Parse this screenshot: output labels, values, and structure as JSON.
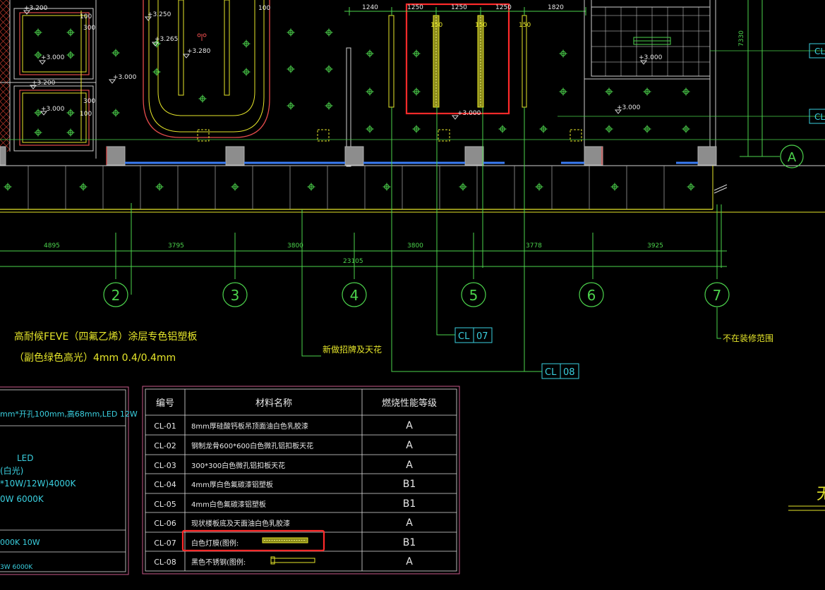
{
  "elevations": {
    "e1": "+3.200",
    "e2": "+3.000",
    "e3": "+3.200",
    "e4": "+3.000",
    "e5": "+3.250",
    "e6": "+3.265",
    "e7": "+3.280",
    "e8": "+3.000",
    "e9": "+3.000",
    "e10": "+3.000",
    "e11": "+3.000"
  },
  "small_dims": {
    "d100a": "100",
    "d300a": "300",
    "d100b": "100",
    "d300b": "300",
    "d100c": "100",
    "d150a": "150",
    "d150b": "150",
    "d150c": "150",
    "d330": "7330"
  },
  "top_dims": [
    "1240",
    "1250",
    "1250",
    "1250",
    "1820"
  ],
  "bottom_dims": [
    "4895",
    "3795",
    "3800",
    "3800",
    "3778",
    "3925"
  ],
  "total_dim": "23105",
  "axes": [
    "2",
    "3",
    "4",
    "5",
    "6",
    "7"
  ],
  "axis_a": "A",
  "tags": {
    "cl07_code": "CL",
    "cl07_num": "07",
    "cl08_code": "CL",
    "cl08_num": "08",
    "right1": "CL",
    "right2": "CL"
  },
  "notes": {
    "feve1": "高耐候FEVE（四氟乙烯）涂层专色铝塑板",
    "feve2": "（副色绿色高光）4mm 0.4/0.4mm",
    "new_sign": "新做招牌及天花",
    "not_scope": "不在装修范围",
    "corner": "无"
  },
  "left_legend": {
    "l1": "mm*开孔100mm,高68mm,LED 12W",
    "l2": "LED",
    "l3": "(白光)",
    "l4": "*10W/12W)4000K",
    "l5": "0W 6000K",
    "l6": "000K 10W",
    "l7": "3W 6000K"
  },
  "material_table": {
    "headers": [
      "编号",
      "材料名称",
      "燃烧性能等级"
    ],
    "rows": [
      {
        "code": "CL-01",
        "name": "8mm厚硅酸钙板吊顶面油白色乳胶漆",
        "grade": "A"
      },
      {
        "code": "CL-02",
        "name": "钢制龙骨600*600白色微孔铝扣板天花",
        "grade": "A"
      },
      {
        "code": "CL-03",
        "name": "300*300白色微孔铝扣板天花",
        "grade": "A"
      },
      {
        "code": "CL-04",
        "name": "4mm厚白色氟碳漆铝塑板",
        "grade": "B1"
      },
      {
        "code": "CL-05",
        "name": "4mm白色氟碳漆铝塑板",
        "grade": "B1"
      },
      {
        "code": "CL-06",
        "name": "现状楼板底及天面油白色乳胶漆",
        "grade": "A"
      },
      {
        "code": "CL-07",
        "name": "白色灯膜(图例:",
        "grade": "B1"
      },
      {
        "code": "CL-08",
        "name": "黑色不锈钢(图例:",
        "grade": "A"
      }
    ]
  }
}
